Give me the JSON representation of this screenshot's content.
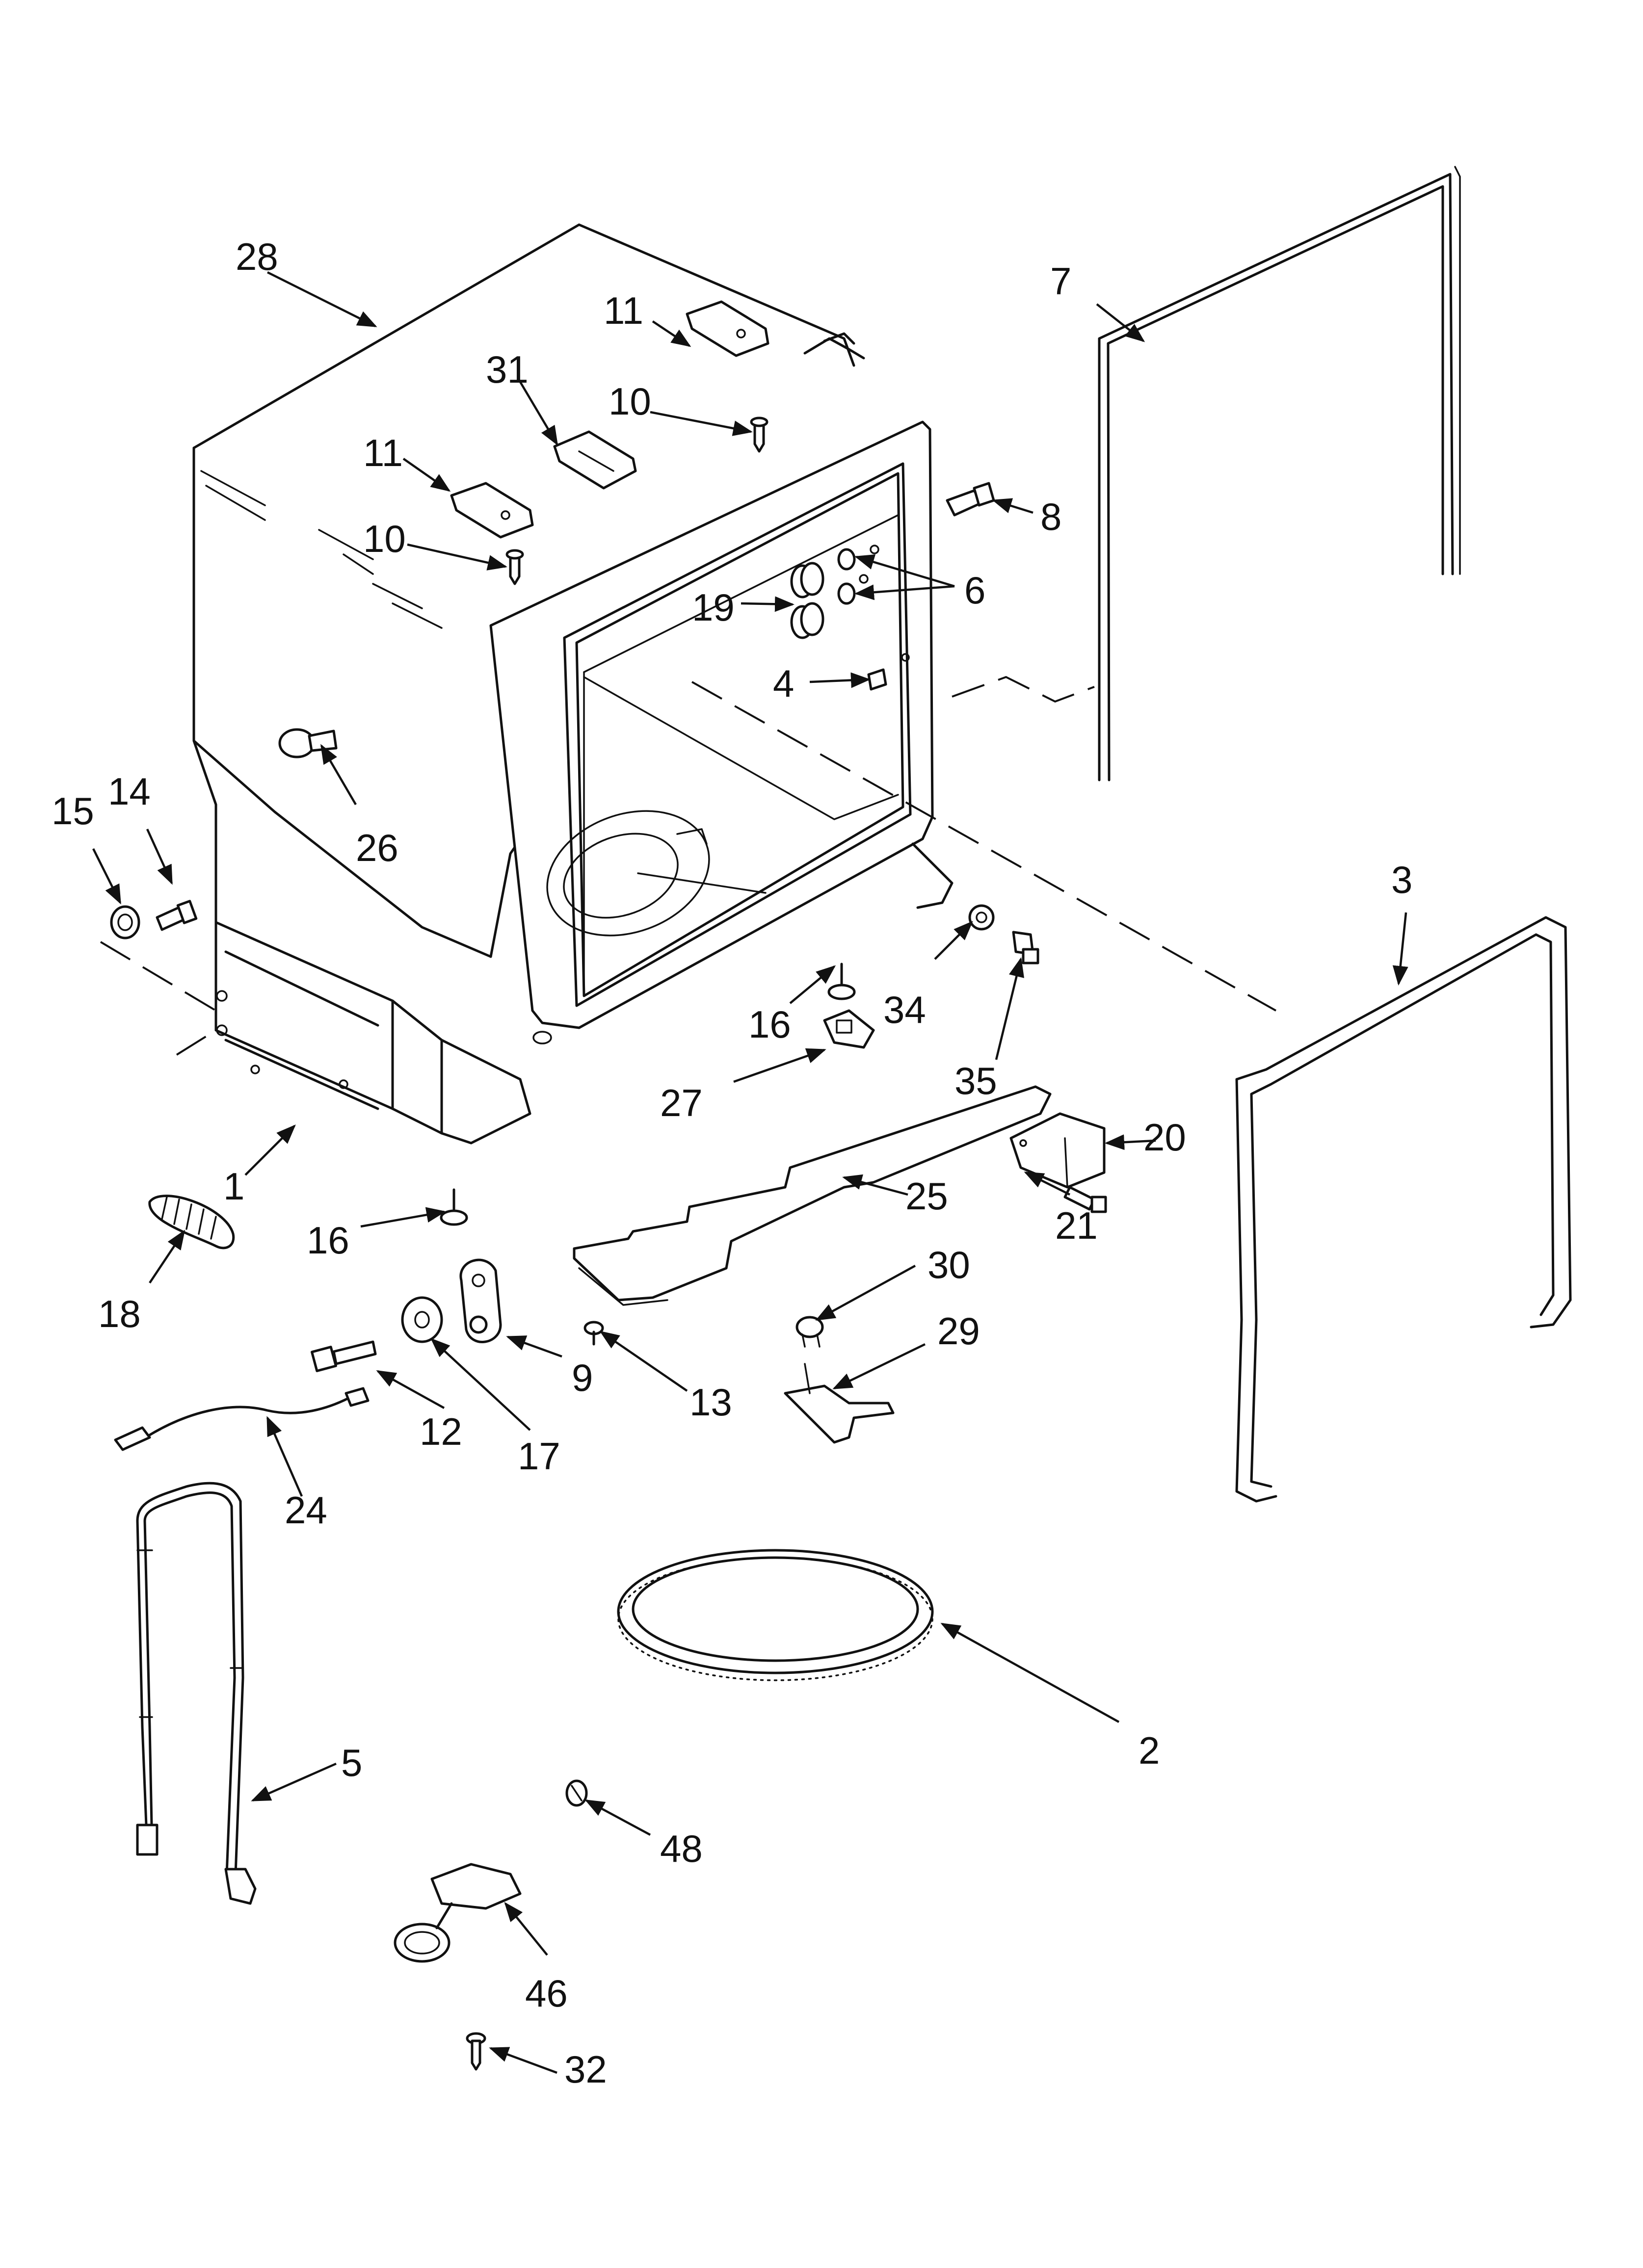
{
  "callouts": [
    {
      "id": "c28",
      "label": "28"
    },
    {
      "id": "c7",
      "label": "7"
    },
    {
      "id": "c11a",
      "label": "11"
    },
    {
      "id": "c10a",
      "label": "10"
    },
    {
      "id": "c31",
      "label": "31"
    },
    {
      "id": "c11b",
      "label": "11"
    },
    {
      "id": "c10b",
      "label": "10"
    },
    {
      "id": "c8",
      "label": "8"
    },
    {
      "id": "c6",
      "label": "6"
    },
    {
      "id": "c19",
      "label": "19"
    },
    {
      "id": "c4",
      "label": "4"
    },
    {
      "id": "c26",
      "label": "26"
    },
    {
      "id": "c15",
      "label": "15"
    },
    {
      "id": "c14",
      "label": "14"
    },
    {
      "id": "c3",
      "label": "3"
    },
    {
      "id": "c16a",
      "label": "16"
    },
    {
      "id": "c34",
      "label": "34"
    },
    {
      "id": "c35",
      "label": "35"
    },
    {
      "id": "c27",
      "label": "27"
    },
    {
      "id": "c20",
      "label": "20"
    },
    {
      "id": "c1",
      "label": "1"
    },
    {
      "id": "c25",
      "label": "25"
    },
    {
      "id": "c21",
      "label": "21"
    },
    {
      "id": "c16b",
      "label": "16"
    },
    {
      "id": "c18",
      "label": "18"
    },
    {
      "id": "c30",
      "label": "30"
    },
    {
      "id": "c29",
      "label": "29"
    },
    {
      "id": "c9",
      "label": "9"
    },
    {
      "id": "c13",
      "label": "13"
    },
    {
      "id": "c12",
      "label": "12"
    },
    {
      "id": "c17",
      "label": "17"
    },
    {
      "id": "c24",
      "label": "24"
    },
    {
      "id": "c2",
      "label": "2"
    },
    {
      "id": "c5",
      "label": "5"
    },
    {
      "id": "c48",
      "label": "48"
    },
    {
      "id": "c46",
      "label": "46"
    },
    {
      "id": "c32",
      "label": "32"
    }
  ]
}
